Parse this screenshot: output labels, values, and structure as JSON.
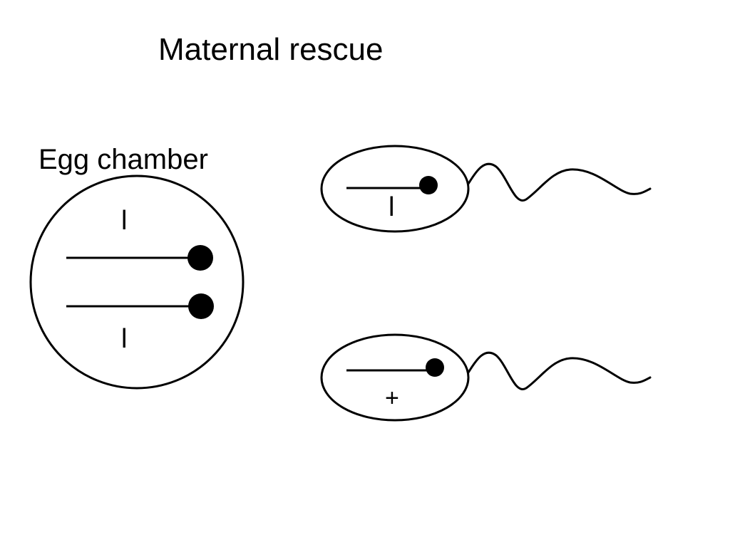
{
  "title": "Maternal rescue",
  "egg_chamber": {
    "label": "Egg chamber",
    "allele_top": "l",
    "allele_bottom": "l"
  },
  "sperm_top": {
    "allele": "l"
  },
  "sperm_bottom": {
    "allele": "+"
  }
}
